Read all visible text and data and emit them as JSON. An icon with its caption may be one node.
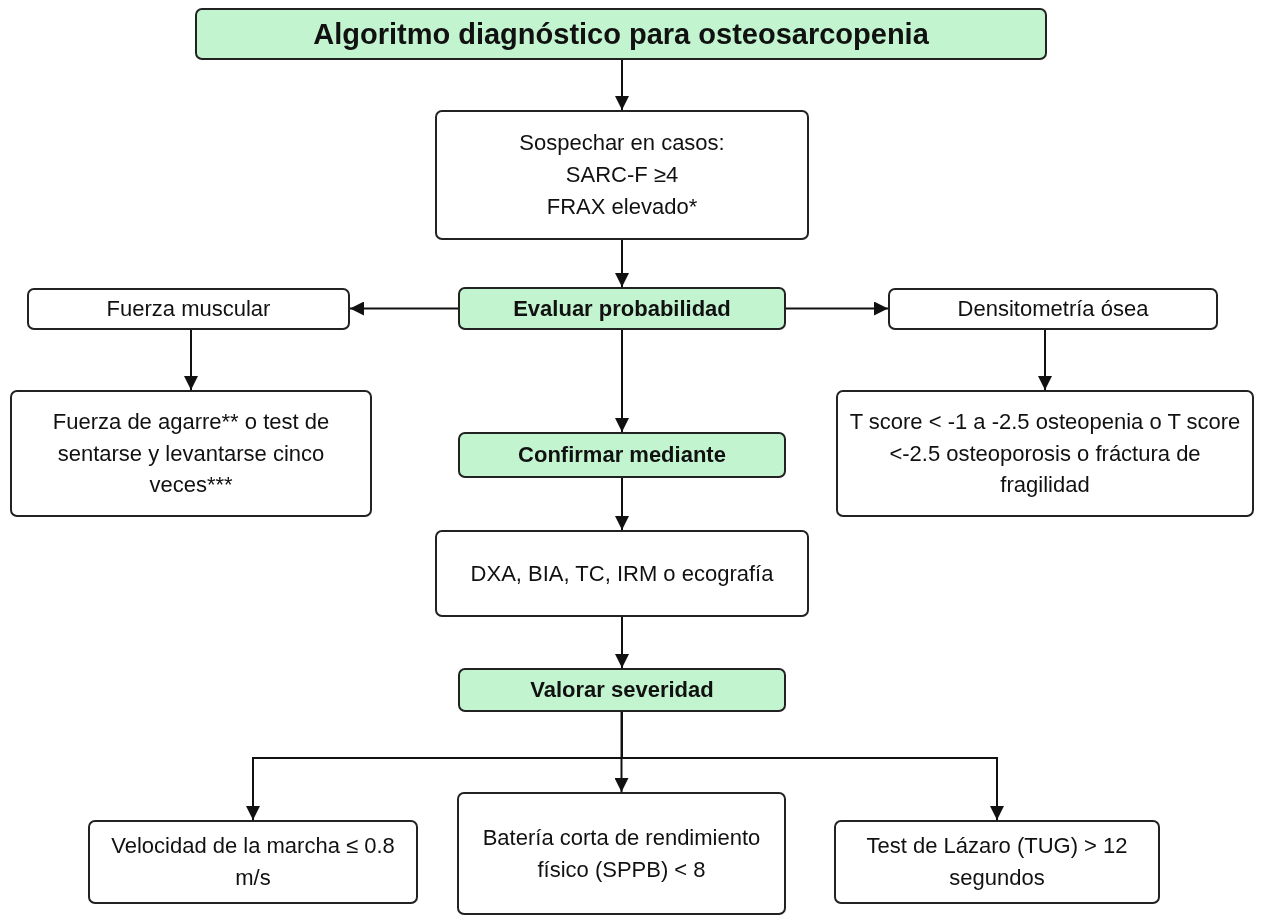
{
  "diagram": {
    "nodes": [
      {
        "text": [
          "Algoritmo diagnóstico para osteosarcopenia"
        ]
      },
      {
        "text": [
          "Sospechar en casos:",
          "SARC-F ≥4",
          "FRAX elevado*"
        ]
      },
      {
        "text": [
          "Fuerza muscular"
        ]
      },
      {
        "text": [
          "Evaluar probabilidad"
        ]
      },
      {
        "text": [
          "Densitometría ósea"
        ]
      },
      {
        "text": [
          "Fuerza de agarre** o test de sentarse y levantarse cinco veces***"
        ]
      },
      {
        "text": [
          "T score < -1 a -2.5 osteopenia o T score <-2.5 osteoporosis o fráctura de fragilidad"
        ]
      },
      {
        "text": [
          "Confirmar mediante"
        ]
      },
      {
        "text": [
          "DXA, BIA, TC, IRM o ecografía"
        ]
      },
      {
        "text": [
          "Valorar severidad"
        ]
      },
      {
        "text": [
          "Velocidad de la marcha ≤ 0.8 m/s"
        ]
      },
      {
        "text": [
          "Batería corta de rendimiento físico (SPPB) < 8"
        ]
      },
      {
        "text": [
          "Test de Lázaro (TUG) > 12 segundos"
        ]
      }
    ],
    "edges": [
      {
        "from": 0,
        "to": 1,
        "arrow": "to"
      },
      {
        "from": 1,
        "to": 3,
        "arrow": "to"
      },
      {
        "from": 3,
        "to": 2,
        "arrow": "to"
      },
      {
        "from": 3,
        "to": 4,
        "arrow": "to"
      },
      {
        "from": 2,
        "to": 5,
        "arrow": "to"
      },
      {
        "from": 4,
        "to": 6,
        "arrow": "to"
      },
      {
        "from": 3,
        "to": 7,
        "arrow": "to"
      },
      {
        "from": 7,
        "to": 8,
        "arrow": "to"
      },
      {
        "from": 8,
        "to": 9,
        "arrow": "to"
      },
      {
        "from": 9,
        "to": 10,
        "arrow": "to"
      },
      {
        "from": 9,
        "to": 11,
        "arrow": "to"
      },
      {
        "from": 9,
        "to": 12,
        "arrow": "to"
      }
    ]
  }
}
